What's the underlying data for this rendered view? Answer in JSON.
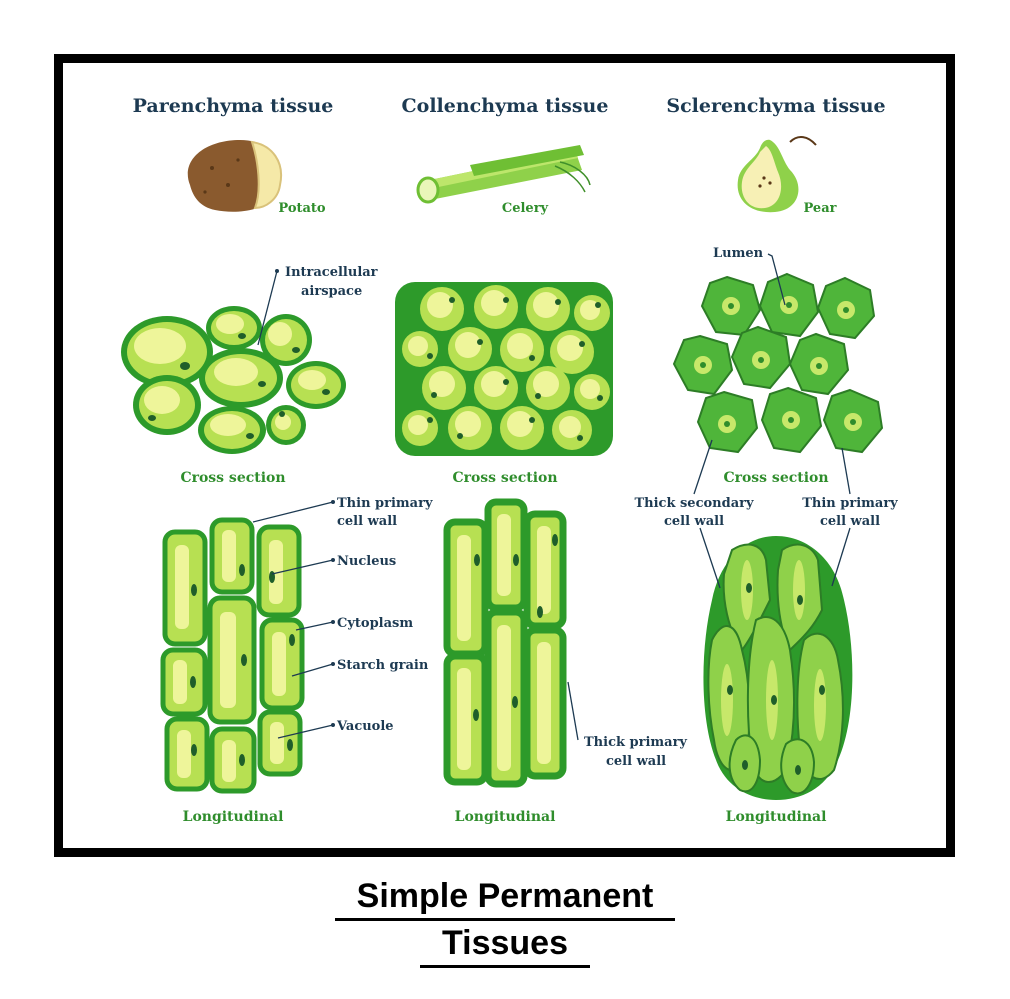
{
  "headings": {
    "parenchyma": "Parenchyma tissue",
    "collenchyma": "Collenchyma tissue",
    "sclerenchyma": "Sclerenchyma tissue"
  },
  "examples": {
    "potato": "Potato",
    "celery": "Celery",
    "pear": "Pear"
  },
  "sections": {
    "cross": "Cross section",
    "longitudinal": "Longitudinal"
  },
  "labels": {
    "intracellular_1": "Intracellular",
    "intracellular_2": "airspace",
    "lumen": "Lumen",
    "thin_primary_1": "Thin primary",
    "thin_primary_2": "cell wall",
    "nucleus": "Nucleus",
    "cytoplasm": "Cytoplasm",
    "starch_grain": "Starch grain",
    "vacuole": "Vacuole",
    "thick_primary_1": "Thick primary",
    "thick_primary_2": "cell wall",
    "thick_secondary_1": "Thick secondary",
    "thick_secondary_2": "cell wall",
    "thin_primary_scl_1": "Thin primary",
    "thin_primary_scl_2": "cell wall"
  },
  "caption": {
    "line1": "Simple Permanent",
    "line2": "Tissues"
  },
  "colors": {
    "cell_wall": "#2d9a2a",
    "cytoplasm": "#b7e052",
    "vacuole": "#eef59a",
    "nucleus": "#1f5e2a",
    "text_dark": "#1d3a52",
    "text_green": "#2f8d2c"
  }
}
